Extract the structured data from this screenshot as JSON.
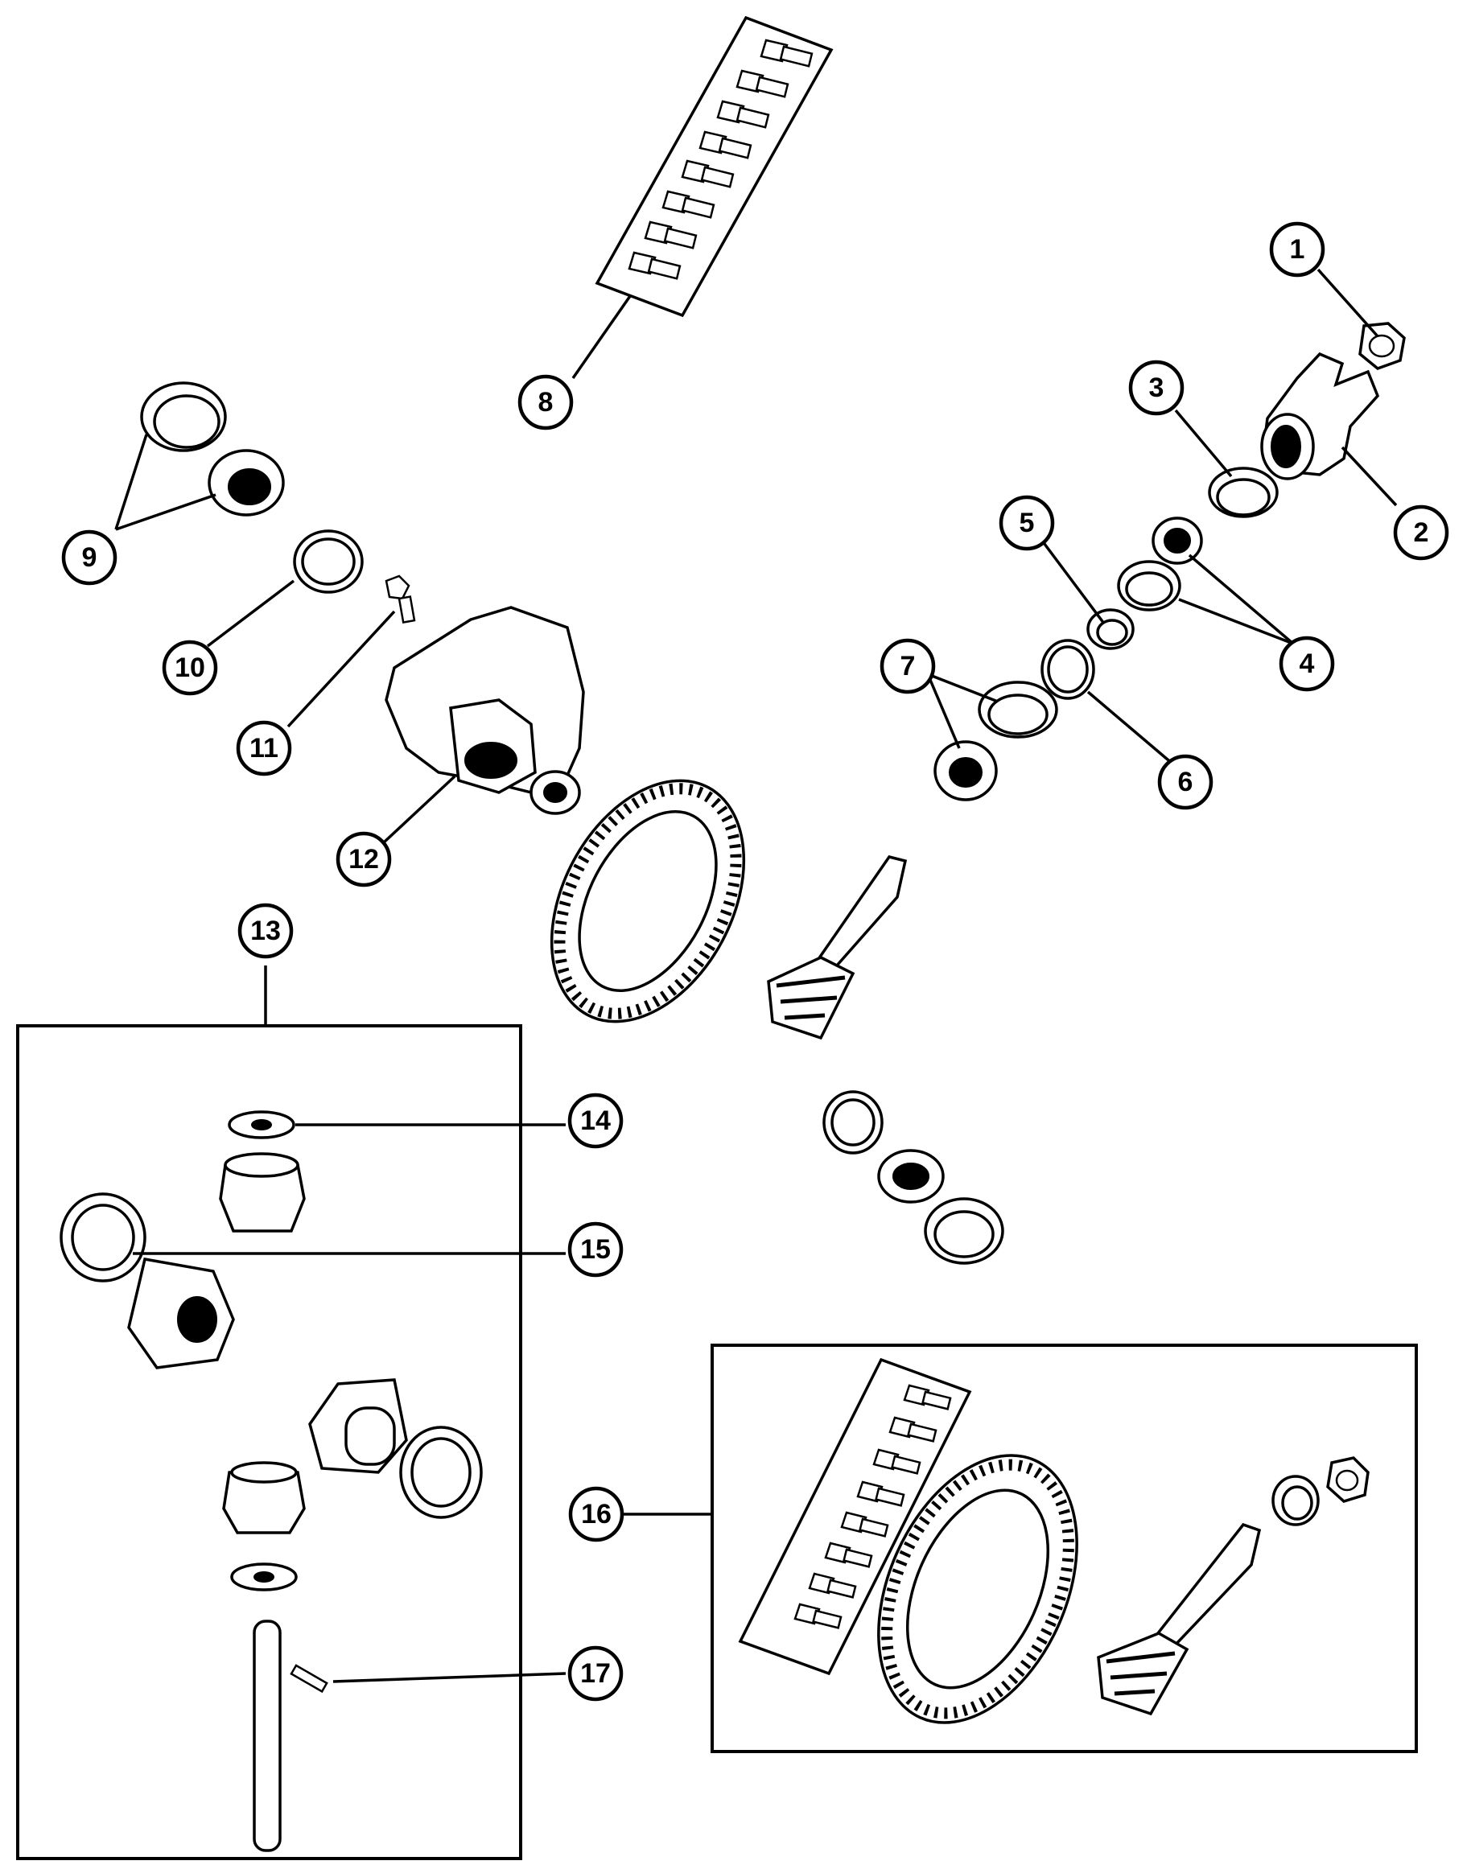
{
  "callouts": [
    {
      "id": "1",
      "label": "1"
    },
    {
      "id": "2",
      "label": "2"
    },
    {
      "id": "3",
      "label": "3"
    },
    {
      "id": "4",
      "label": "4"
    },
    {
      "id": "5",
      "label": "5"
    },
    {
      "id": "6",
      "label": "6"
    },
    {
      "id": "7",
      "label": "7"
    },
    {
      "id": "8",
      "label": "8"
    },
    {
      "id": "9",
      "label": "9"
    },
    {
      "id": "10",
      "label": "10"
    },
    {
      "id": "11",
      "label": "11"
    },
    {
      "id": "12",
      "label": "12"
    },
    {
      "id": "13",
      "label": "13"
    },
    {
      "id": "14",
      "label": "14"
    },
    {
      "id": "15",
      "label": "15"
    },
    {
      "id": "16",
      "label": "16"
    },
    {
      "id": "17",
      "label": "17"
    }
  ],
  "colors": {
    "ink": "#000000",
    "paper": "#ffffff"
  }
}
